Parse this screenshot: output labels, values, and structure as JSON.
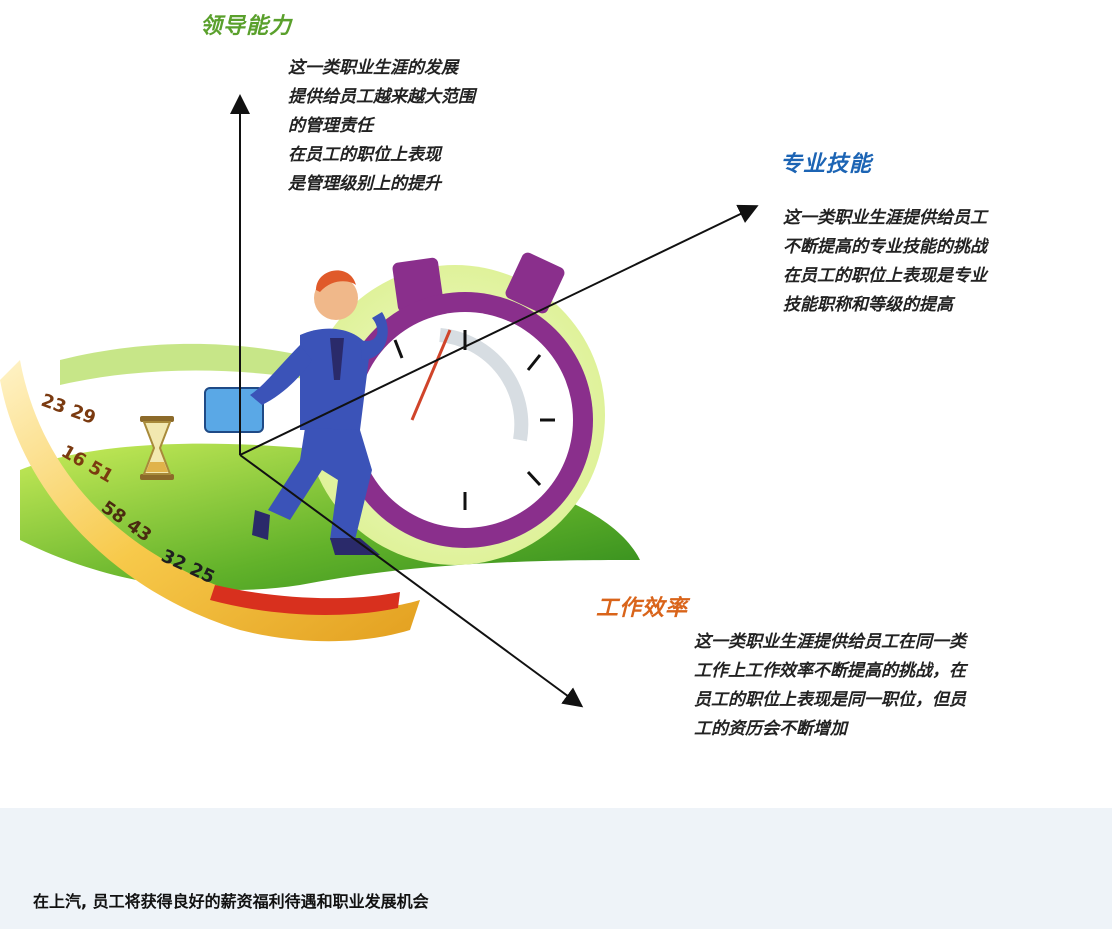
{
  "axes": {
    "leadership": {
      "title": "领导能力",
      "color": "#5aa02c",
      "lines": [
        "这一类职业生涯的发展",
        "提供给员工越来越大范围",
        "的管理责任",
        "在员工的职位上表现",
        "是管理级别上的提升"
      ]
    },
    "skill": {
      "title": "专业技能",
      "color": "#1c64b4",
      "lines": [
        "这一类职业生涯提供给员工",
        "不断提高的专业技能的挑战",
        "在员工的职位上表现是专业",
        "技能职称和等级的提高"
      ]
    },
    "efficiency": {
      "title": "工作效率",
      "color": "#d9641a",
      "lines": [
        "这一类职业生涯提供给员工在同一类",
        "工作上工作效率不断提高的挑战，在",
        "员工的职位上表现是同一职位，但员",
        "工的资历会不断增加"
      ]
    }
  },
  "illustration": {
    "subject": "businessman running with briefcase past a stopwatch and hourglass",
    "clock_color": "#8a2f8c"
  },
  "footer": {
    "text": "在上汽, 员工将获得良好的薪资福利待遇和职业发展机会"
  }
}
